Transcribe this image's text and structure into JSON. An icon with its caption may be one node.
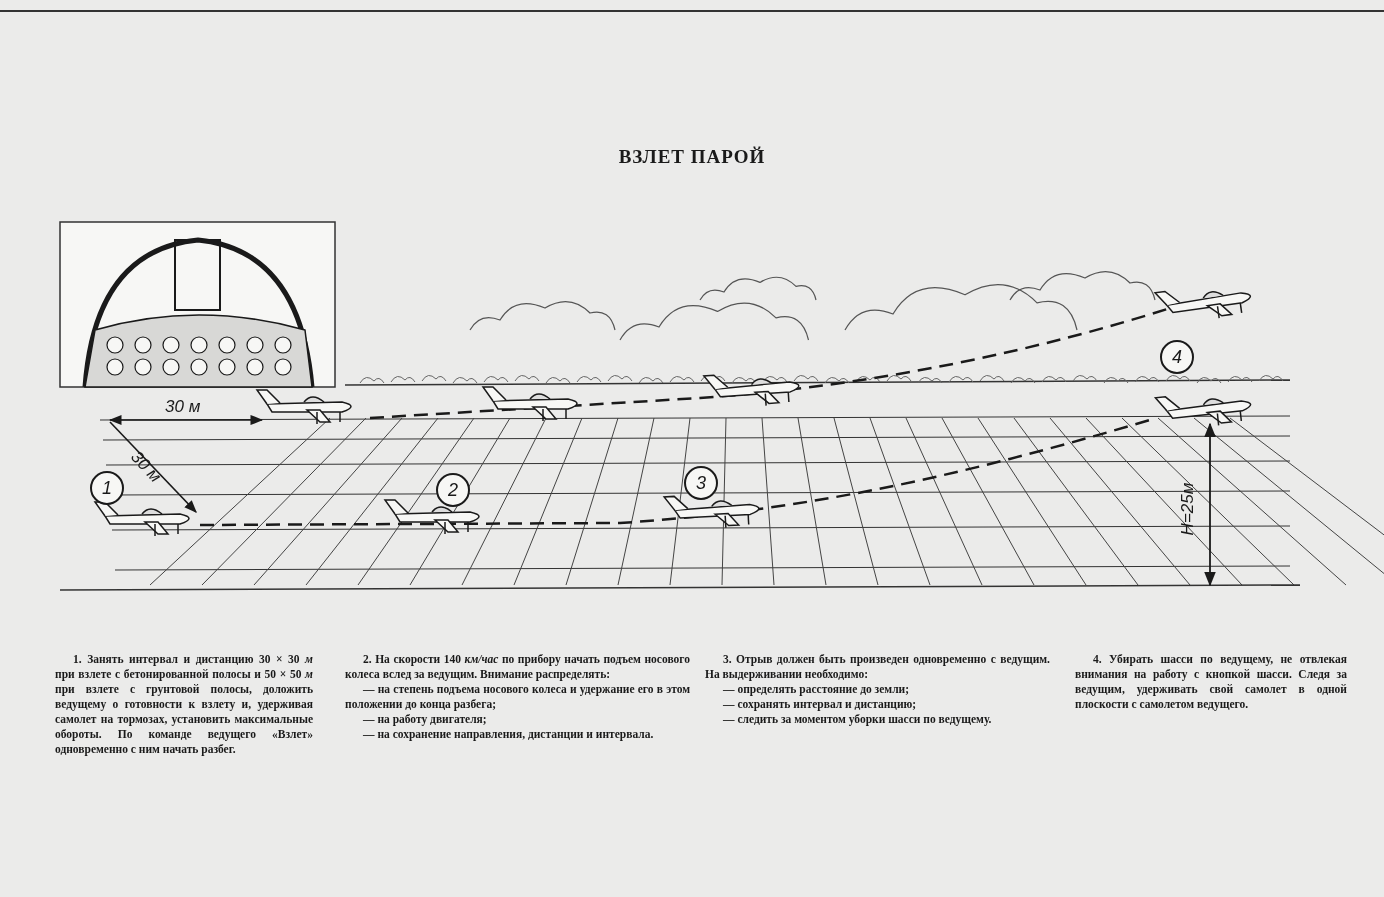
{
  "diagram": {
    "title": "ВЗЛЕТ ПАРОЙ",
    "labels": [
      "30 м",
      "30 м",
      "1",
      "2",
      "3",
      "4",
      "Н=25м",
      "1. Занять интервал и дистанцию 30 × 30 *м* при взлете с бетонированной полосы и 50 × 50 *м* при взлете с грунтовой полосы, доложить ведущему о готовности к взлету и, удерживая самолет на тормозах, установить максимальные обороты. По команде ведущего «Взлет» одновременно с ним начать разбег.",
      "2. На скорости 140 *км/час* по прибору начать подъем носового колеса вслед за ведущим. Внимание распределять:",
      "— на степень подъема носового колеса и удержание его в этом положении до конца разбега;",
      "— на работу двигателя;",
      "— на сохранение направления, дистанции и интервала.",
      "3. Отрыв должен быть произведен одновременно с ведущим. На выдерживании необходимо:",
      "— определять расстояние до земли;",
      "— сохранять интервал и дистанцию;",
      "— следить за моментом уборки шасси по ведущему.",
      "4. Убирать шасси по ведущему, не отвлекая внимания на работу с кнопкой шасси. Следя за ведущим, удерживать свой самолет в одной плоскости с самолетом ведущего."
    ]
  }
}
